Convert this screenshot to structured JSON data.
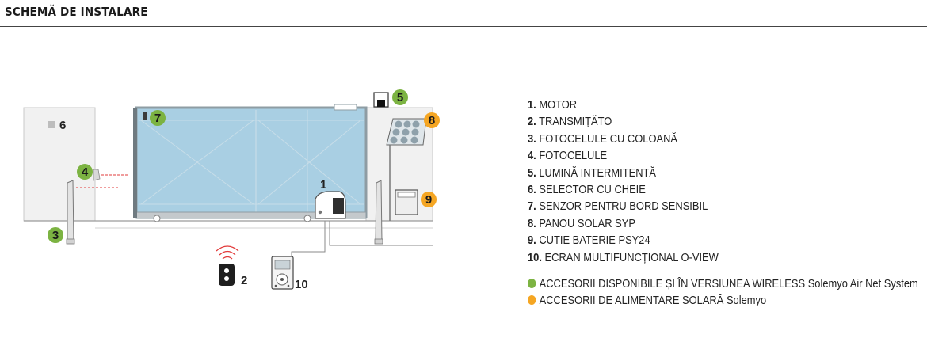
{
  "header": {
    "title": "SCHEMĂ DE INSTALARE"
  },
  "colors": {
    "wireless": "#7cb342",
    "solar": "#f5a623",
    "gate_fill": "#a9cfe3",
    "gate_frame": "#9aa5ab",
    "wall": "#f1f1f1",
    "line": "#8a8a8a"
  },
  "diagram": {
    "labels": {
      "motor": "1",
      "transmitter": "2",
      "column_photocells": "3",
      "photocells": "4",
      "flashing_light": "5",
      "key_selector": "6",
      "edge_sensor": "7",
      "solar_panel": "8",
      "battery_box": "9",
      "display": "10"
    }
  },
  "legend": {
    "items": [
      {
        "num": "1.",
        "text": "MOTOR"
      },
      {
        "num": "2.",
        "text": "TRANSMIȚĂTO"
      },
      {
        "num": "3.",
        "text": "FOTOCELULE CU COLOANĂ"
      },
      {
        "num": "4.",
        "text": "FOTOCELULE"
      },
      {
        "num": "5.",
        "text": "LUMINĂ INTERMITENTĂ"
      },
      {
        "num": "6.",
        "text": "SELECTOR CU CHEIE"
      },
      {
        "num": "7.",
        "text": "SENZOR PENTRU BORD SENSIBIL"
      },
      {
        "num": "8.",
        "text": "PANOU SOLAR SYP"
      },
      {
        "num": "9.",
        "text": "CUTIE BATERIE PSY24"
      },
      {
        "num": "10.",
        "text": "ECRAN MULTIFUNCȚIONAL O-VIEW"
      }
    ],
    "notes": [
      {
        "text": "ACCESORII DISPONIBILE ȘI ÎN VERSIUNEA WIRELESS Solemyo Air Net System",
        "color": "#7cb342"
      },
      {
        "text": "ACCESORII DE ALIMENTARE SOLARĂ Solemyo",
        "color": "#f5a623"
      }
    ]
  }
}
